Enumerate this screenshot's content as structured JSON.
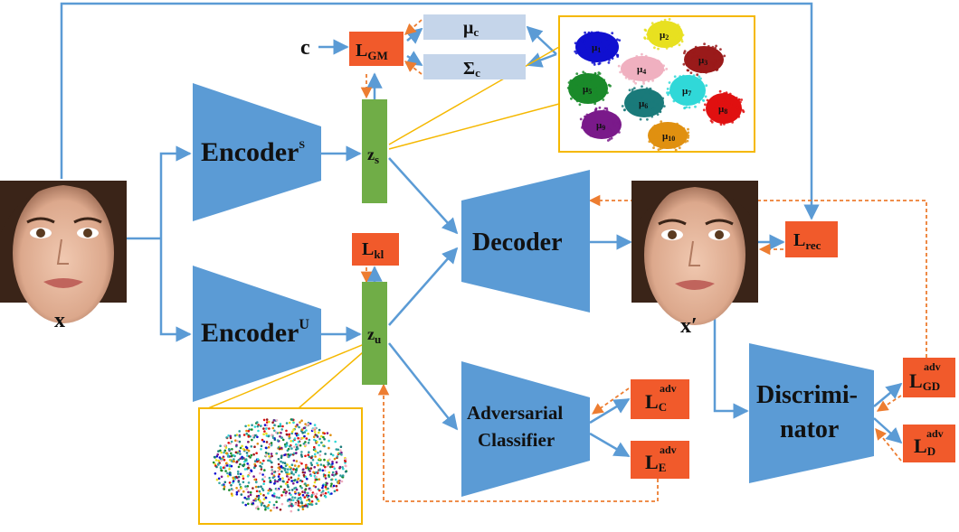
{
  "labels": {
    "input": "x",
    "recon": "x′",
    "condition": "c",
    "encoder_s": "Encoder",
    "encoder_s_sup": "S",
    "encoder_u": "Encoder",
    "encoder_u_sup": "U",
    "decoder": "Decoder",
    "adv_classifier_line1": "Adversarial",
    "adv_classifier_line2": "Classifier",
    "discriminator_line1": "Discrimi-",
    "discriminator_line2": "nator",
    "z_s": "z",
    "z_s_sub": "s",
    "z_u": "z",
    "z_u_sub": "u",
    "mu_c": "μ",
    "mu_c_sub": "c",
    "sigma_c": "Σ",
    "sigma_c_sub": "c"
  },
  "losses": {
    "gm": {
      "base": "L",
      "sub": "GM"
    },
    "kl": {
      "base": "L",
      "sub": "kl"
    },
    "rec": {
      "base": "L",
      "sub": "rec"
    },
    "c_adv": {
      "base": "L",
      "sub": "C",
      "sup": "adv"
    },
    "e_adv": {
      "base": "L",
      "sub": "E",
      "sup": "adv"
    },
    "gd_adv": {
      "base": "L",
      "sub": "GD",
      "sup": "adv"
    },
    "d_adv": {
      "base": "L",
      "sub": "D",
      "sup": "adv"
    }
  },
  "clusters": [
    {
      "mu": "μ",
      "id": "1",
      "color": "#1010d0"
    },
    {
      "mu": "μ",
      "id": "2",
      "color": "#e8e020"
    },
    {
      "mu": "μ",
      "id": "3",
      "color": "#9a1a1a"
    },
    {
      "mu": "μ",
      "id": "4",
      "color": "#f0b0c0"
    },
    {
      "mu": "μ",
      "id": "5",
      "color": "#1a8a2a"
    },
    {
      "mu": "μ",
      "id": "6",
      "color": "#1a7a7a"
    },
    {
      "mu": "μ",
      "id": "7",
      "color": "#30d8d8"
    },
    {
      "mu": "μ",
      "id": "8",
      "color": "#e01010"
    },
    {
      "mu": "μ",
      "id": "9",
      "color": "#7a1a8a"
    },
    {
      "mu": "μ",
      "id": "10",
      "color": "#e09010"
    }
  ],
  "colors": {
    "block_blue": "#5b9bd5",
    "loss_orange": "#f15a2b",
    "latent_green": "#70ad47",
    "param_lightblue": "#c5d5ea",
    "frame_yellow": "#f5b800",
    "arrow_blue": "#5b9bd5",
    "arrow_orange": "#ed7d31"
  }
}
